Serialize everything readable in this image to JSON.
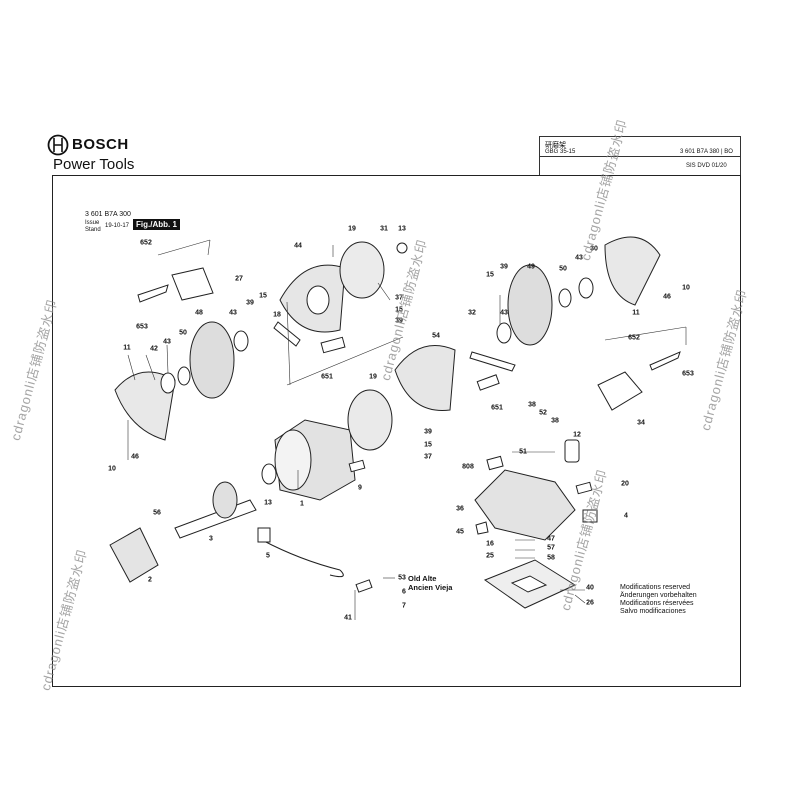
{
  "brand": {
    "logo_text": "BOSCH",
    "subtitle": "Power Tools"
  },
  "header": {
    "title_cn": "研磨架",
    "model": "GBG 35-15",
    "part_number": "3 601 B7A 380 | BO",
    "dvd": "SIS DVD 01/20"
  },
  "figure": {
    "article": "3 601 B7A 300",
    "issue_label": "Issue",
    "stand_label": "Stand",
    "date": "19-10-17",
    "fig_label": "Fig./Abb. 1"
  },
  "callouts": [
    {
      "n": "652"
    },
    {
      "n": "27"
    },
    {
      "n": "653"
    },
    {
      "n": "42"
    },
    {
      "n": "43"
    },
    {
      "n": "11"
    },
    {
      "n": "48"
    },
    {
      "n": "50"
    },
    {
      "n": "43"
    },
    {
      "n": "39"
    },
    {
      "n": "15"
    },
    {
      "n": "18"
    },
    {
      "n": "44"
    },
    {
      "n": "19"
    },
    {
      "n": "31"
    },
    {
      "n": "13"
    },
    {
      "n": "37"
    },
    {
      "n": "15"
    },
    {
      "n": "39"
    },
    {
      "n": "651"
    },
    {
      "n": "46"
    },
    {
      "n": "10"
    },
    {
      "n": "19"
    },
    {
      "n": "39"
    },
    {
      "n": "15"
    },
    {
      "n": "37"
    },
    {
      "n": "9"
    },
    {
      "n": "1"
    },
    {
      "n": "13"
    },
    {
      "n": "3"
    },
    {
      "n": "56"
    },
    {
      "n": "2"
    },
    {
      "n": "5"
    },
    {
      "n": "32"
    },
    {
      "n": "54"
    },
    {
      "n": "43"
    },
    {
      "n": "15"
    },
    {
      "n": "39"
    },
    {
      "n": "49"
    },
    {
      "n": "50"
    },
    {
      "n": "43"
    },
    {
      "n": "30"
    },
    {
      "n": "46"
    },
    {
      "n": "10"
    },
    {
      "n": "11"
    },
    {
      "n": "652"
    },
    {
      "n": "653"
    },
    {
      "n": "34"
    },
    {
      "n": "651"
    },
    {
      "n": "38"
    },
    {
      "n": "52"
    },
    {
      "n": "38"
    },
    {
      "n": "12"
    },
    {
      "n": "51"
    },
    {
      "n": "808"
    },
    {
      "n": "20"
    },
    {
      "n": "36"
    },
    {
      "n": "4"
    },
    {
      "n": "45"
    },
    {
      "n": "47"
    },
    {
      "n": "16"
    },
    {
      "n": "57"
    },
    {
      "n": "58"
    },
    {
      "n": "25"
    },
    {
      "n": "40"
    },
    {
      "n": "26"
    },
    {
      "n": "6"
    },
    {
      "n": "7"
    },
    {
      "n": "41"
    },
    {
      "n": "53"
    }
  ],
  "old_part": {
    "line1": "Old Alte",
    "line2": "Ancien Vieja"
  },
  "modifications": [
    "Modifications reserved",
    "Änderungen vorbehalten",
    "Modifications réservées",
    "Salvo modificaciones"
  ],
  "watermark": "cdragonli店铺防盗水印"
}
